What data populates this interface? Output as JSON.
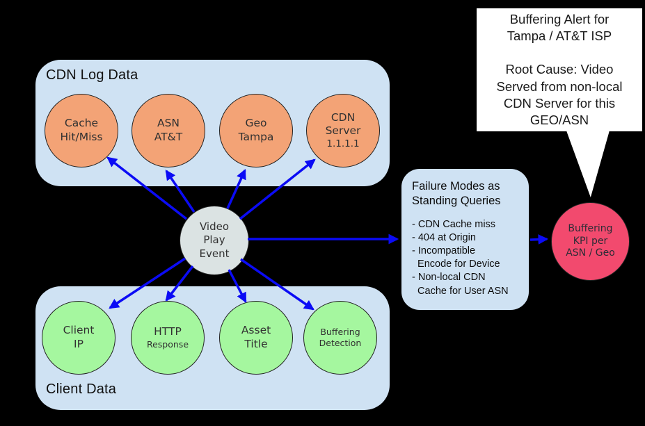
{
  "cdn_log": {
    "title": "CDN Log Data",
    "nodes": [
      {
        "line1": "Cache",
        "line2": "Hit/Miss"
      },
      {
        "line1": "ASN",
        "line2": "AT&T"
      },
      {
        "line1": "Geo",
        "line2": "Tampa"
      },
      {
        "line1": "CDN",
        "line2": "Server",
        "line3": "1.1.1.1"
      }
    ]
  },
  "client_data": {
    "title": "Client Data",
    "nodes": [
      {
        "line1": "Client",
        "line2": "IP"
      },
      {
        "line1": "HTTP",
        "line2": "Response"
      },
      {
        "line1": "Asset",
        "line2": "Title"
      },
      {
        "line1": "Buffering",
        "line2": "Detection"
      }
    ]
  },
  "center_node": {
    "line1": "Video",
    "line2": "Play",
    "line3": "Event"
  },
  "failure_box": {
    "title_line1": "Failure Modes as",
    "title_line2": "Standing Queries",
    "items": [
      "- CDN Cache miss",
      "- 404 at Origin",
      "- Incompatible",
      "  Encode for Device",
      "- Non-local CDN",
      "  Cache for User ASN"
    ]
  },
  "kpi_node": {
    "line1": "Buffering",
    "line2": "KPI per",
    "line3": "ASN / Geo"
  },
  "callout": {
    "lines": [
      "Buffering Alert for",
      "Tampa / AT&T ISP",
      "",
      "Root Cause: Video",
      "Served from non-local",
      "CDN Server for this",
      "GEO/ASN"
    ]
  },
  "colors": {
    "background": "#000000",
    "group_box_fill": "#cfe2f3",
    "cdn_node_fill": "#f3a376",
    "client_node_fill": "#a5f79f",
    "center_node_fill": "#dbe3e3",
    "kpi_node_fill": "#f24a6e",
    "arrow_blue": "#0b0bf5",
    "callout_fill": "#ffffff"
  }
}
